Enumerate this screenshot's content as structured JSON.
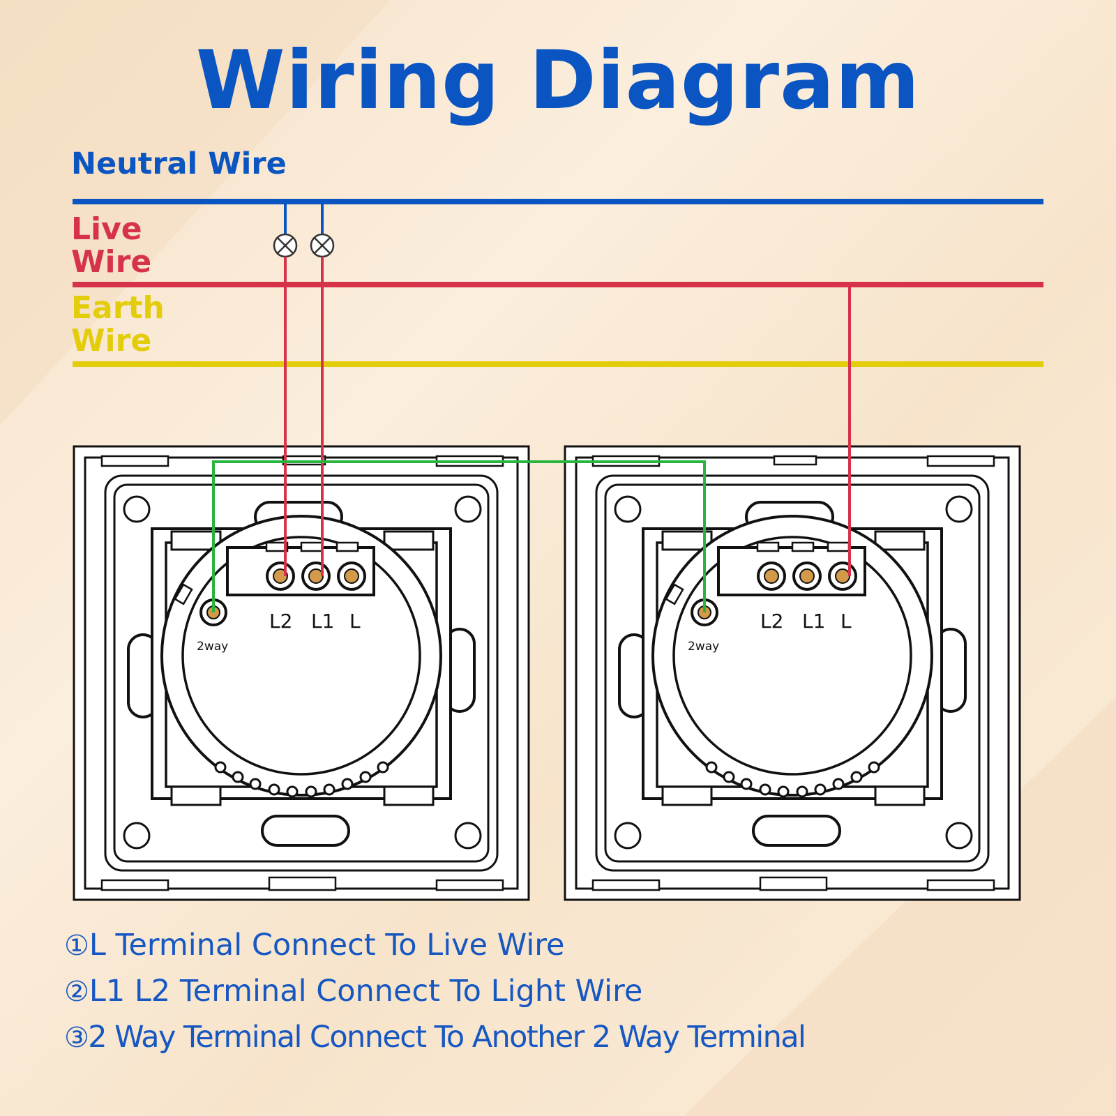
{
  "title": "Wiring Diagram",
  "wire_labels": {
    "neutral": "Neutral Wire",
    "live": "Live Wire",
    "earth": "Earth Wire"
  },
  "wire_colors": {
    "neutral": "#0a55c2",
    "live": "#d6334b",
    "earth": "#e3cd0a",
    "two_way": "#27b53d"
  },
  "switches": [
    {
      "terminals": [
        "L2",
        "L1",
        "L"
      ],
      "two_way_label": "2way"
    },
    {
      "terminals": [
        "L2",
        "L1",
        "L"
      ],
      "two_way_label": "2way"
    }
  ],
  "notes": [
    {
      "number": "①",
      "text": "L Terminal Connect To Live Wire"
    },
    {
      "number": "②",
      "text": "L1 L2 Terminal Connect To Light Wire"
    },
    {
      "number": "③",
      "text": "2 Way Terminal Connect To Another 2 Way Terminal"
    }
  ]
}
